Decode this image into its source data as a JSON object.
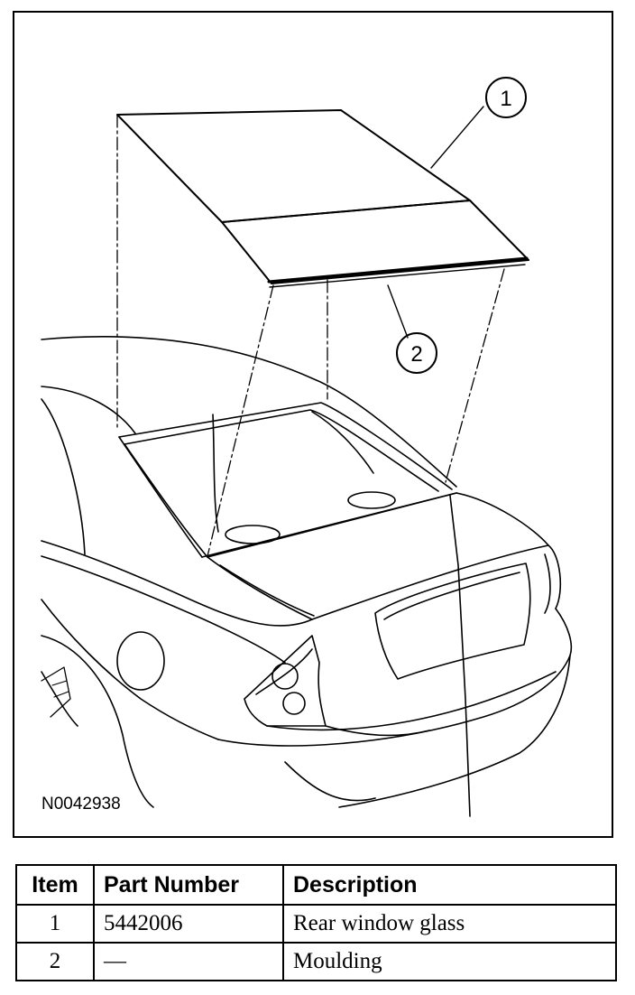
{
  "figure": {
    "id": "N0042938",
    "callouts": [
      "1",
      "2"
    ]
  },
  "legend_table": {
    "headers": [
      "Item",
      "Part Number",
      "Description"
    ],
    "rows": [
      {
        "item": "1",
        "part_number": "5442006",
        "description": "Rear window glass"
      },
      {
        "item": "2",
        "part_number": "—",
        "description": "Moulding"
      }
    ]
  }
}
